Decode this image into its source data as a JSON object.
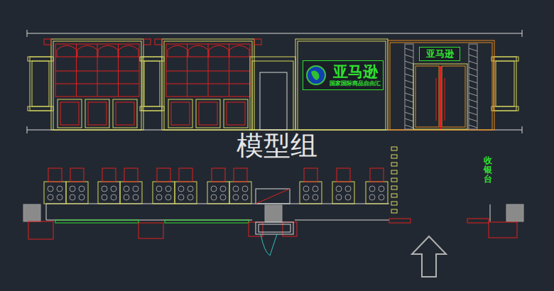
{
  "diagram": {
    "nodes": [
      {
        "text": [
          "亚马逊",
          "国家国际商品自由汇"
        ]
      },
      {
        "text": [
          "亚马逊"
        ]
      }
    ],
    "labels": [
      "模型组",
      "收银台"
    ]
  }
}
